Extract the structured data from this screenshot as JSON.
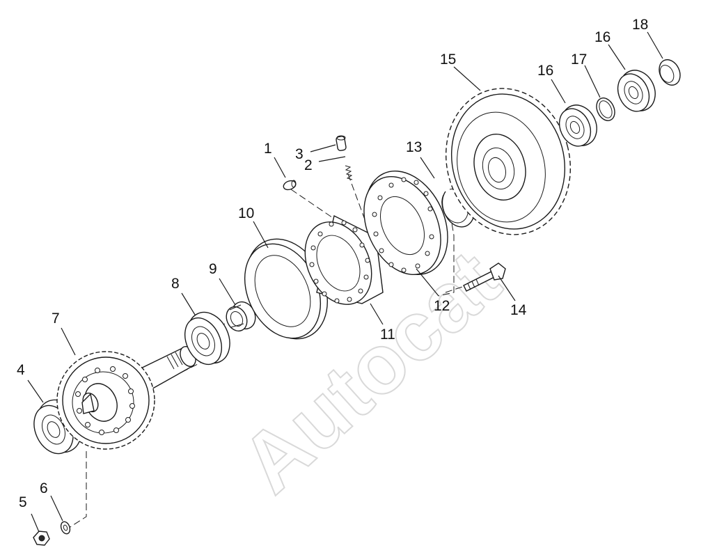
{
  "watermark": "Autocat",
  "callouts": [
    {
      "id": "1",
      "part": "pin"
    },
    {
      "id": "2",
      "part": "spring"
    },
    {
      "id": "3",
      "part": "plunger"
    },
    {
      "id": "4",
      "part": "ball-bearing"
    },
    {
      "id": "5",
      "part": "nut"
    },
    {
      "id": "6",
      "part": "washer"
    },
    {
      "id": "7",
      "part": "drive-gear-shaft"
    },
    {
      "id": "8",
      "part": "ball-bearing"
    },
    {
      "id": "9",
      "part": "needle-bearing"
    },
    {
      "id": "10",
      "part": "clutch-plate"
    },
    {
      "id": "11",
      "part": "clutch-hub"
    },
    {
      "id": "12",
      "part": "pressure-plate"
    },
    {
      "id": "13",
      "part": "snap-ring"
    },
    {
      "id": "14",
      "part": "bolt"
    },
    {
      "id": "15",
      "part": "driven-gear"
    },
    {
      "id": "16",
      "part": "ball-bearing"
    },
    {
      "id": "16",
      "part": "ball-bearing"
    },
    {
      "id": "17",
      "part": "snap-ring"
    },
    {
      "id": "18",
      "part": "seal"
    }
  ]
}
